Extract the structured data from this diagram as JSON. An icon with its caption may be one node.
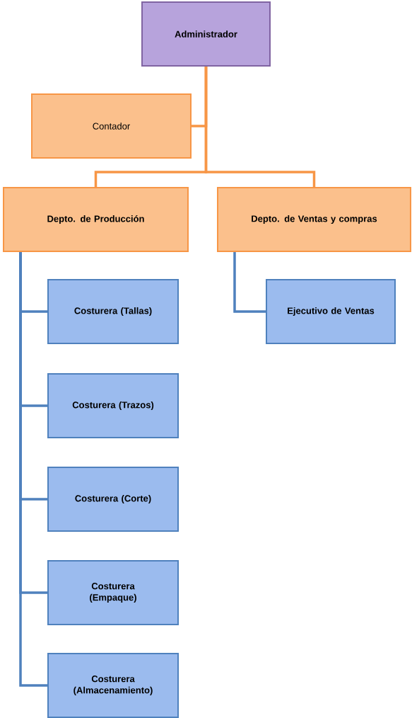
{
  "diagram": {
    "nodes": [
      {
        "text": [
          "Administrador"
        ]
      },
      {
        "text": [
          "Contador"
        ]
      },
      {
        "text": [
          "Depto. de Producción"
        ]
      },
      {
        "text": [
          "Depto. de Ventas y compras"
        ]
      },
      {
        "text": [
          "Costurera (Tallas)"
        ]
      },
      {
        "text": [
          "Costurera (Trazos)"
        ]
      },
      {
        "text": [
          "Costurera (Corte)"
        ]
      },
      {
        "text": [
          "Costurera (Empaque)"
        ]
      },
      {
        "text": [
          "Costurera (Almacenamiento)"
        ]
      },
      {
        "text": [
          "Ejecutivo de Ventas"
        ]
      }
    ],
    "edges": [
      {
        "from": 0,
        "to": 1,
        "arrow": "none",
        "color": "#f79646"
      },
      {
        "from": 0,
        "to": 2,
        "arrow": "none",
        "color": "#f79646"
      },
      {
        "from": 0,
        "to": 3,
        "arrow": "none",
        "color": "#f79646"
      },
      {
        "from": 2,
        "to": 4,
        "arrow": "none"
      },
      {
        "from": 2,
        "to": 5,
        "arrow": "none"
      },
      {
        "from": 2,
        "to": 6,
        "arrow": "none"
      },
      {
        "from": 2,
        "to": 7,
        "arrow": "none"
      },
      {
        "from": 2,
        "to": 8,
        "arrow": "none"
      },
      {
        "from": 3,
        "to": 9,
        "arrow": "none"
      }
    ]
  }
}
